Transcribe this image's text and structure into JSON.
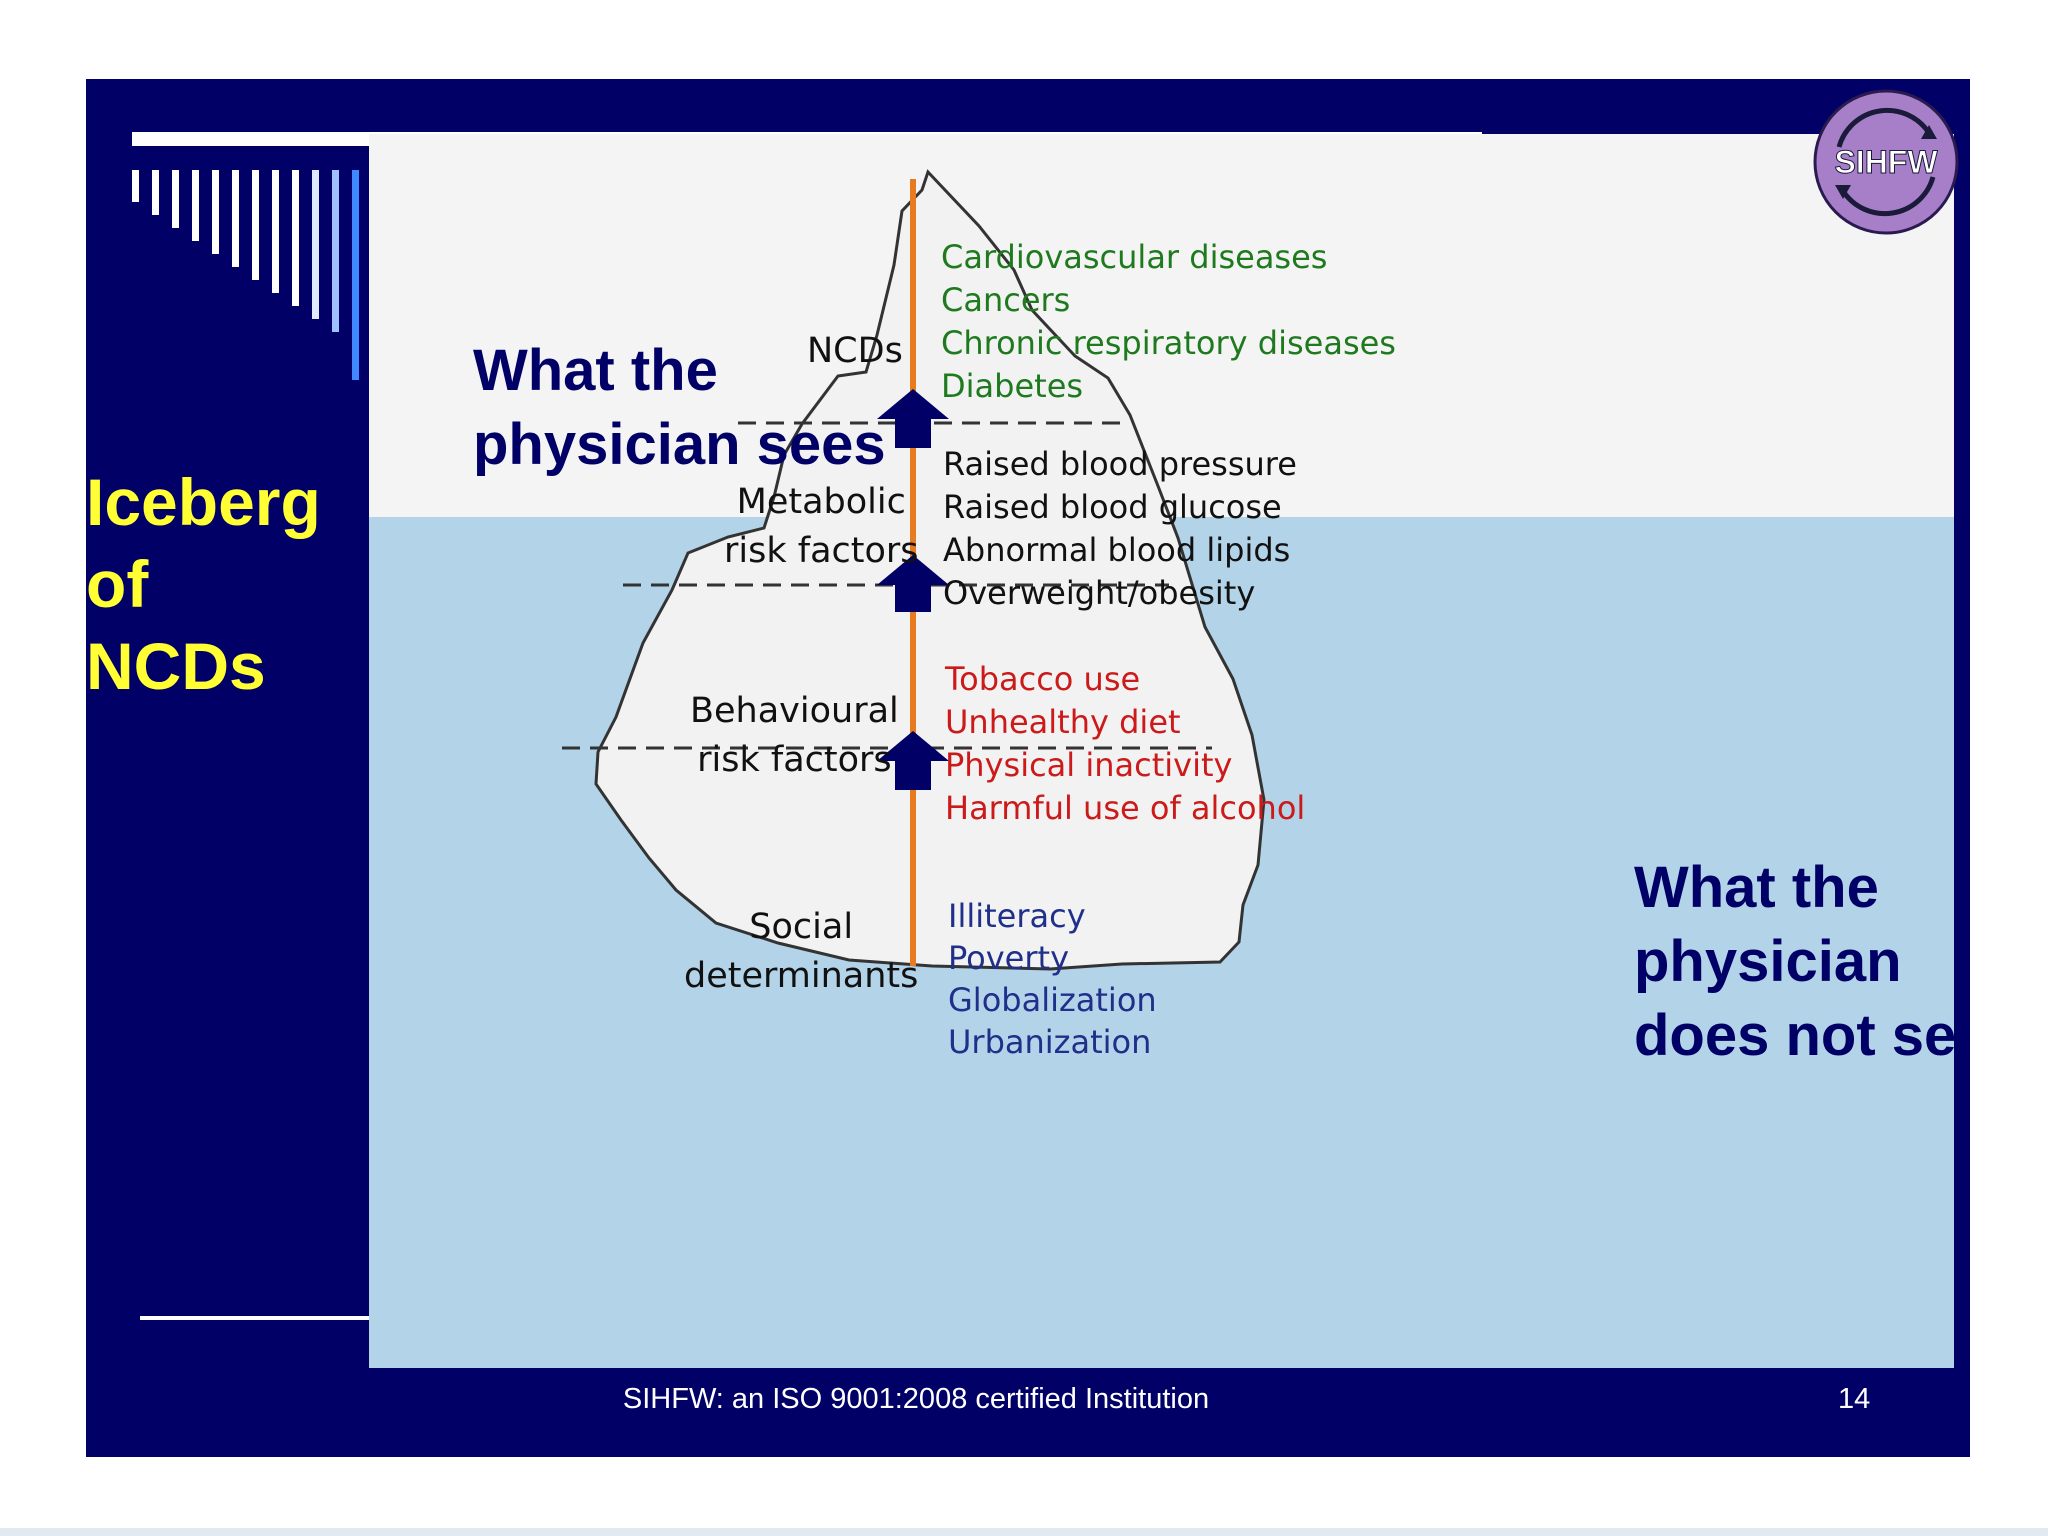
{
  "slide": {
    "side_title": [
      "Iceberg",
      "of",
      "NCDs"
    ],
    "seen_caption": [
      "What the",
      "physician  sees"
    ],
    "unseen_caption": [
      "What the",
      "physician",
      "does not see"
    ],
    "footer": "SIHFW: an ISO 9001:2008 certified Institution",
    "page_number": "14",
    "logo_text": "SIHFW"
  },
  "iceberg": {
    "levels": [
      {
        "label": [
          "NCDs"
        ],
        "items": [
          "Cardiovascular diseases",
          "Cancers",
          "Chronic respiratory diseases",
          "Diabetes"
        ],
        "color": "#1f7a1f"
      },
      {
        "label": [
          "Metabolic",
          "risk factors"
        ],
        "items": [
          "Raised blood pressure",
          "Raised blood glucose",
          "Abnormal blood lipids",
          "Overweight/obesity"
        ],
        "color": "#111111"
      },
      {
        "label": [
          "Behavioural",
          "risk factors"
        ],
        "items": [
          "Tobacco use",
          "Unhealthy diet",
          "Physical inactivity",
          "Harmful use of alcohol"
        ],
        "color": "#cc1a1a"
      },
      {
        "label": [
          "Social",
          "determinants"
        ],
        "items": [
          "Illiteracy",
          "Poverty",
          "Globalization",
          "Urbanization"
        ],
        "color": "#1f2f8a"
      }
    ]
  },
  "colors": {
    "slide_bg": "#000066",
    "water": "#b3d3e9",
    "sky": "#f4f4f4",
    "title_yellow": "#ffff33",
    "axis_orange": "#e87a20",
    "arrow": "#000066",
    "logo_purple": "#a77fc8"
  }
}
